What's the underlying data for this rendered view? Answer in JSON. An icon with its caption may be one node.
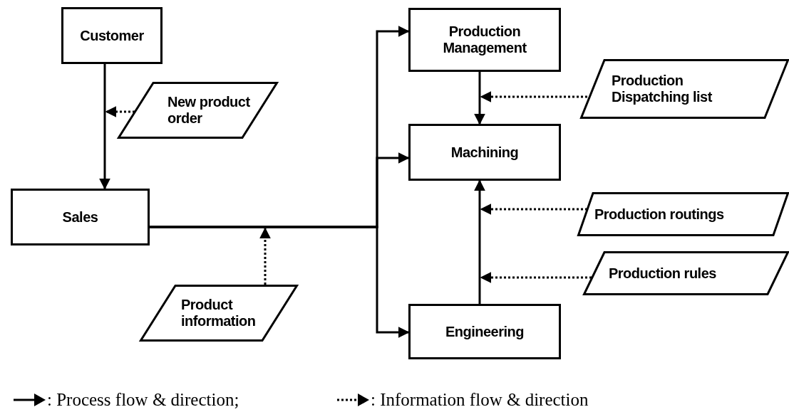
{
  "diagram": {
    "nodes": [
      {
        "text": [
          "Customer"
        ]
      },
      {
        "text": [
          "New product order"
        ]
      },
      {
        "text": [
          "Sales"
        ]
      },
      {
        "text": [
          "Product information"
        ]
      },
      {
        "text": [
          "Production Management"
        ]
      },
      {
        "text": [
          "Production Dispatching list"
        ]
      },
      {
        "text": [
          "Machining"
        ]
      },
      {
        "text": [
          "Production routings"
        ]
      },
      {
        "text": [
          "Production rules"
        ]
      },
      {
        "text": [
          "Engineering"
        ]
      }
    ],
    "edges": [
      {
        "from": 0,
        "to": 2,
        "arrow": "to"
      },
      {
        "from": 1,
        "to": null,
        "arrow": "to",
        "style": "dashed"
      },
      {
        "from": 2,
        "to": 4,
        "arrow": "to"
      },
      {
        "from": 2,
        "to": 6,
        "arrow": "to"
      },
      {
        "from": 2,
        "to": 9,
        "arrow": "to"
      },
      {
        "from": 3,
        "to": null,
        "arrow": "to",
        "style": "dashed"
      },
      {
        "from": 4,
        "to": 6,
        "arrow": "to"
      },
      {
        "from": 5,
        "to": null,
        "arrow": "to",
        "style": "dashed"
      },
      {
        "from": 9,
        "to": 6,
        "arrow": "to"
      },
      {
        "from": 7,
        "to": null,
        "arrow": "to",
        "style": "dashed"
      },
      {
        "from": 8,
        "to": null,
        "arrow": "to",
        "style": "dashed"
      }
    ],
    "legend": [
      {
        "text": ": Process flow & direction;"
      },
      {
        "text": ": Information flow & direction"
      }
    ]
  }
}
